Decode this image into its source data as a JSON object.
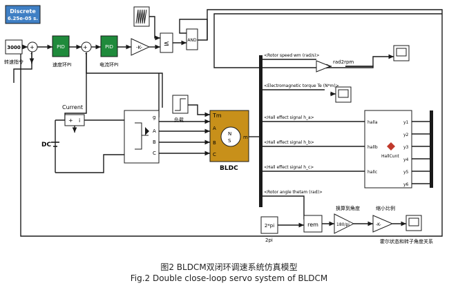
{
  "discrete_block": {
    "line1": "Discrete",
    "line2": "6.25e-05 s."
  },
  "speed_ref": {
    "value": "3000",
    "label": "转速指令"
  },
  "speed_pi": {
    "name": "PID",
    "label": "速度环PI"
  },
  "current_pi": {
    "name": "PID",
    "label": "电流环PI"
  },
  "relational": {
    "op": "≤"
  },
  "logic": {
    "op": "AND"
  },
  "current_meas": {
    "label": "Current"
  },
  "dc_source": {
    "label": "DC"
  },
  "load": {
    "label": "负载"
  },
  "bridge": {
    "ports": [
      "A",
      "B",
      "C"
    ],
    "gate": "g"
  },
  "motor": {
    "name": "BLDC",
    "in_port": "Tm",
    "out_port": "m",
    "poles": [
      "N",
      "S"
    ]
  },
  "ports_abc": [
    "A",
    "B",
    "C"
  ],
  "signals": [
    "<Rotor speed wm (rad/s)>",
    "<Electromagnetic torque Te (N*m)>",
    "<Hall effect signal h_a>",
    "<Hall effect signal h_b>",
    "<Hall effect signal h_c>",
    "<Rotor angle thetam (rad)>"
  ],
  "rad2rpm": {
    "label": "rad2rpm"
  },
  "hall": {
    "name": "HallCunt",
    "inputs": [
      "halla",
      "hallb",
      "hallc"
    ],
    "outputs": [
      "y1",
      "y2",
      "y3",
      "y4",
      "y5",
      "y6"
    ]
  },
  "const_2pi": {
    "value": "2*pi",
    "label": "2pi"
  },
  "rem": {
    "name": "rem"
  },
  "angle_conv": {
    "value": "180/pi",
    "label": "换算到角度"
  },
  "small_gain": {
    "value": "-K-",
    "label": "缩小比例"
  },
  "angle_scope_label": "霍尔状态和转子角度关系",
  "caption": {
    "cn": "图2    BLDCM双闭环调速系统仿真模型",
    "en": "Fig.2  Double close-loop servo system of BLDCM"
  },
  "colors": {
    "pid_fill": "#1f8a3b",
    "motor_fill": "#c8901a",
    "discrete_fill": "#3f7fc4",
    "line": "#1a1a1a"
  }
}
